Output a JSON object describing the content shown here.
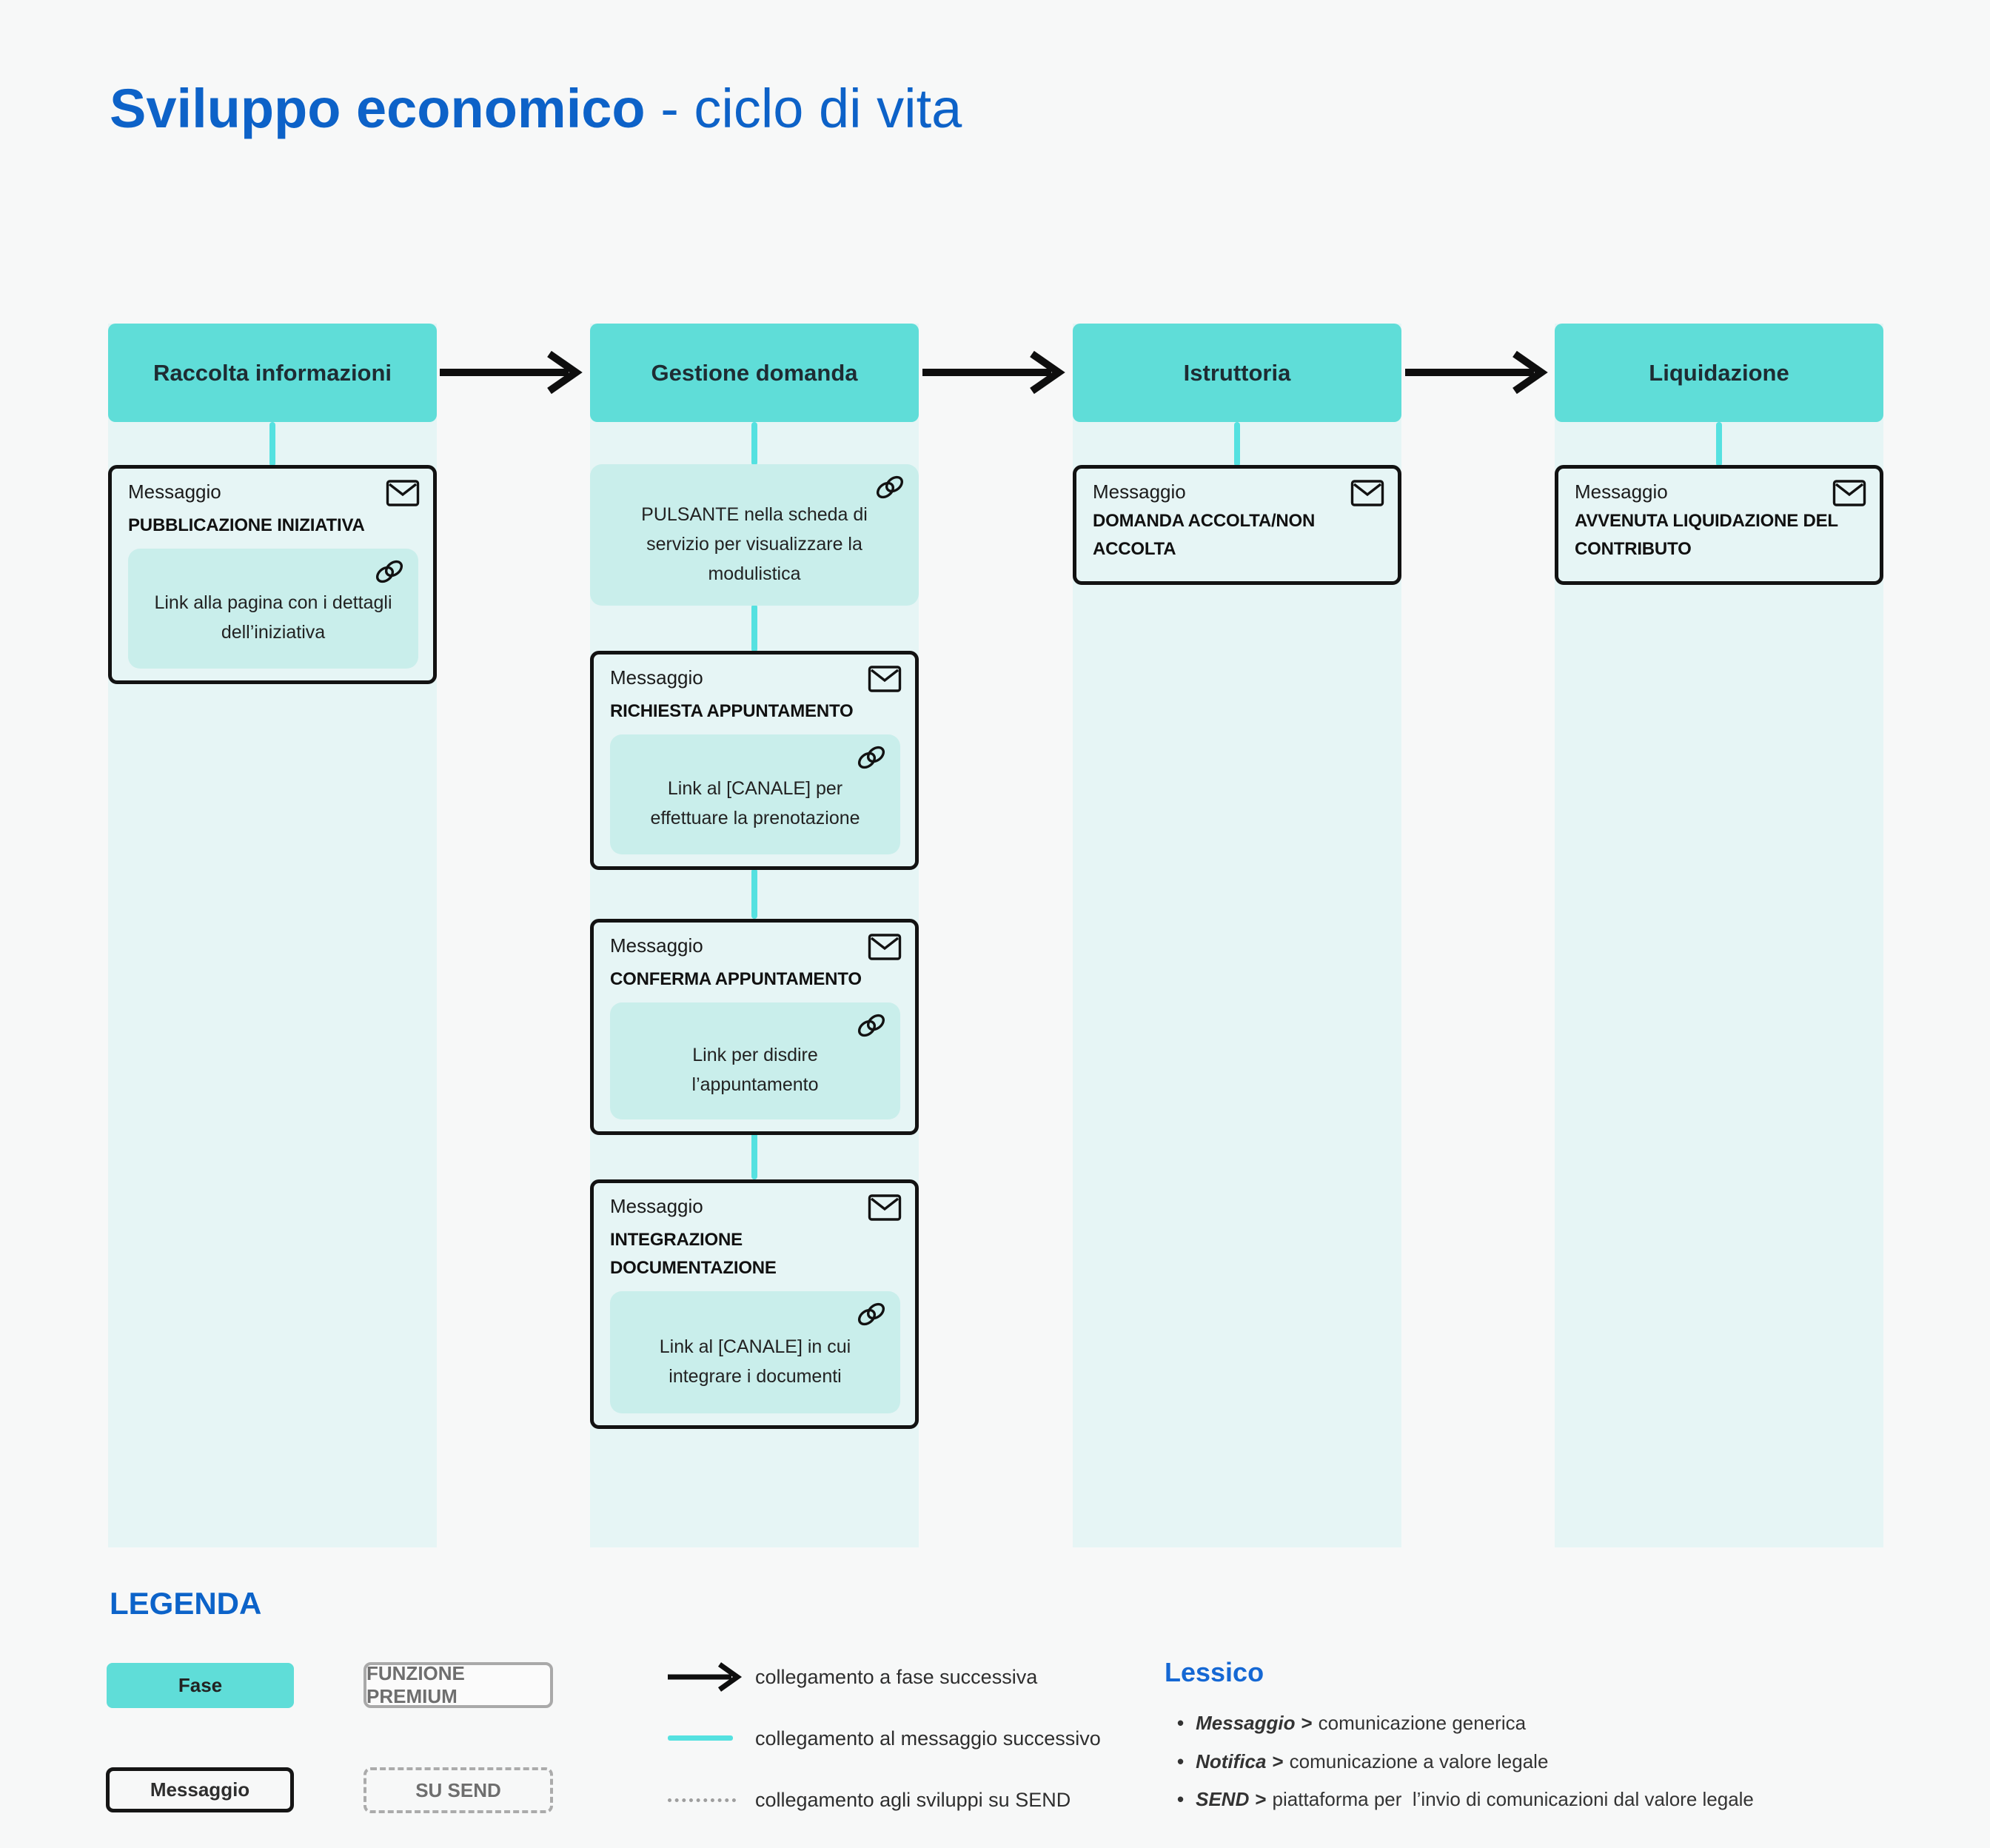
{
  "title": {
    "bold": "Sviluppo economico",
    "light": " - ciclo di vita"
  },
  "phases": [
    {
      "name": "Raccolta informazioni",
      "items": [
        {
          "type": "message",
          "label": "Messaggio",
          "title": "PUBBLICAZIONE INIZIATIVA",
          "link": "Link alla pagina con i dettagli dell’iniziativa"
        }
      ]
    },
    {
      "name": "Gestione domanda",
      "items": [
        {
          "type": "link_block",
          "text": "PULSANTE nella scheda di servizio per visualizzare la modulistica"
        },
        {
          "type": "message",
          "label": "Messaggio",
          "title": "RICHIESTA APPUNTAMENTO",
          "link": "Link al [CANALE] per effettuare la prenotazione"
        },
        {
          "type": "message",
          "label": "Messaggio",
          "title": "CONFERMA APPUNTAMENTO",
          "link": "Link per disdire l’appuntamento"
        },
        {
          "type": "message",
          "label": "Messaggio",
          "title": "INTEGRAZIONE DOCUMENTAZIONE",
          "link": "Link al [CANALE] in cui integrare i documenti"
        }
      ]
    },
    {
      "name": "Istruttoria",
      "items": [
        {
          "type": "message",
          "label": "Messaggio",
          "title": "DOMANDA ACCOLTA/NON ACCOLTA"
        }
      ]
    },
    {
      "name": "Liquidazione",
      "items": [
        {
          "type": "message",
          "label": "Messaggio",
          "title": "AVVENUTA LIQUIDAZIONE DEL CONTRIBUTO"
        }
      ]
    }
  ],
  "legend": {
    "heading": "LEGENDA",
    "boxes": [
      {
        "label": "Fase",
        "style": "phase"
      },
      {
        "label": "FUNZIONE PREMIUM",
        "style": "premium"
      },
      {
        "label": "Messaggio",
        "style": "message"
      },
      {
        "label": "SU SEND",
        "style": "send"
      }
    ],
    "lines": [
      {
        "style": "arrow",
        "label": "collegamento a fase successiva"
      },
      {
        "style": "teal",
        "label": "collegamento al messaggio successivo"
      },
      {
        "style": "dotted",
        "label": "collegamento agli sviluppi su SEND"
      }
    ]
  },
  "lessico": {
    "heading": "Lessico",
    "separator": ">",
    "bullet": "•",
    "entries": [
      {
        "term": "Messaggio",
        "definition": "comunicazione generica"
      },
      {
        "term": "Notifica",
        "definition": "comunicazione a valore legale"
      },
      {
        "term": "SEND",
        "definition": "piattaforma per  l’invio di comunicazioni dal valore legale"
      }
    ]
  },
  "colors": {
    "accent_teal": "#5fddd8",
    "connector_teal": "#55e1e0",
    "column_bg": "#e6f5f5",
    "link_block_bg": "#c9eeeb",
    "heading_blue": "#0d62c8",
    "border_black": "#121212",
    "premium_gray": "#a9a9a9"
  }
}
